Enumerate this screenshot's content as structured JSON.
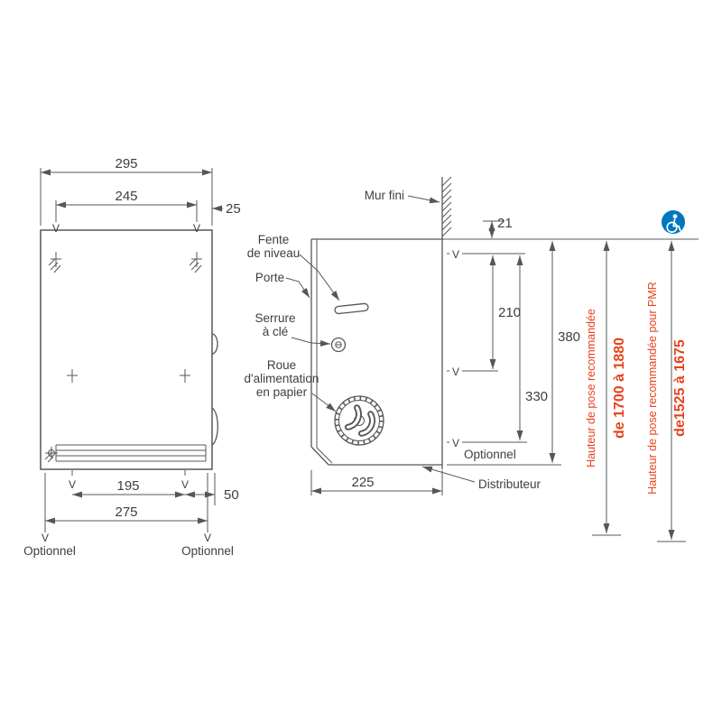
{
  "colors": {
    "line": "#54575a",
    "text": "#3c4044",
    "accent_red": "#e8421c",
    "accent_blue": "#0076bf"
  },
  "front_view": {
    "marker": "V",
    "dims": {
      "width_overall": "295",
      "width_fixings": "245",
      "offset_top": "25",
      "slot_width": "195",
      "offset_bottom": "50",
      "width_optional": "275"
    },
    "optional_left": "Optionnel",
    "optional_right": "Optionnel"
  },
  "side_view": {
    "marker": "V",
    "labels": {
      "wall": "Mur fini",
      "level_slot_1": "Fente",
      "level_slot_2": "de niveau",
      "door": "Porte",
      "lock_1": "Serrure",
      "lock_2": "à clé",
      "wheel_1": "Roue",
      "wheel_2": "d'alimentation",
      "wheel_3": "en papier",
      "optional": "Optionnel",
      "dispenser": "Distributeur"
    },
    "dims": {
      "top_offset": "21",
      "fixing_spacing": "210",
      "height_overall": "380",
      "optional_spacing": "330",
      "depth": "225"
    }
  },
  "height_recommendations": {
    "standard": {
      "label": "Hauteur de pose recommandée",
      "range": "de 1700 à 1880"
    },
    "pmr": {
      "label": "Hauteur de pose recommandée pour PMR",
      "range": "de1525 à 1675"
    }
  }
}
